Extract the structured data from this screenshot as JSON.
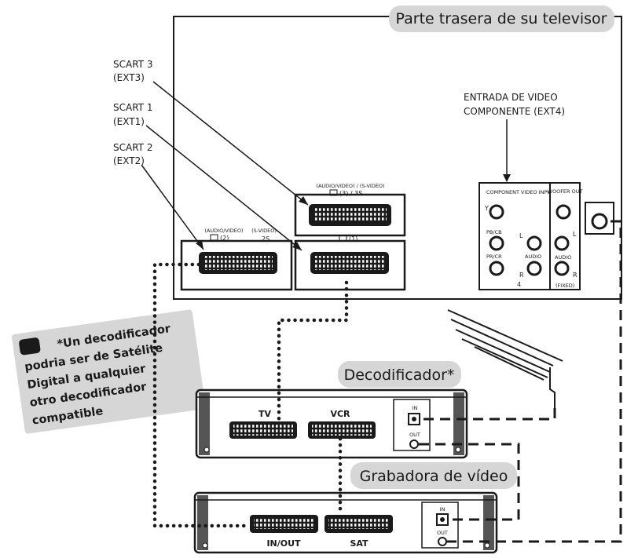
{
  "tv_panel": {
    "title": "Parte trasera de su televisor",
    "scart_slot_labels": {
      "scart3": "(AUDIO/VIDEO) / (S-VIDEO)",
      "scart3_ports": "(3) / 3S",
      "scart2": "(AUDIO/VIDEO)",
      "scart2_port": "(2)",
      "svideo2": "(S-VIDEO)",
      "svideo2_port": "2S",
      "scart1_port": "(1)"
    },
    "component_block": {
      "header": "COMPONENT VIDEO INPUT",
      "y": "Y",
      "pb": "PB/CB",
      "pr": "PR/CR",
      "l": "L",
      "audio": "AUDIO",
      "r": "R",
      "port_number": "4"
    },
    "woofer_block": {
      "header": "WOOFER OUT",
      "l": "L",
      "audio": "AUDIO",
      "r": "R",
      "fixed": "(FIXED)"
    }
  },
  "callouts": {
    "scart3": [
      "SCART 3",
      "(EXT3)"
    ],
    "scart1": [
      "SCART 1",
      "(EXT1)"
    ],
    "scart2": [
      "SCART 2",
      "(EXT2)"
    ],
    "component": [
      "ENTRADA DE VIDEO",
      "COMPONENTE (EXT4)"
    ]
  },
  "note": {
    "lines": [
      "*Un decodificador",
      "podria ser de Satélite",
      "Digital a qualquier",
      "otro decodificador",
      "compatible"
    ]
  },
  "decoder": {
    "title": "Decodificador*",
    "port_tv": "TV",
    "port_vcr": "VCR",
    "rf_in": "IN",
    "rf_out": "OUT"
  },
  "vcr": {
    "title": "Grabadora de vídeo",
    "port_inout": "IN/OUT",
    "port_sat": "SAT",
    "rf_in": "IN",
    "rf_out": "OUT"
  },
  "colors": {
    "stroke": "#1a1a1a",
    "pill_bg": "#d6d6d6",
    "device_dark": "#555555",
    "device_light": "#f2f2f2"
  }
}
